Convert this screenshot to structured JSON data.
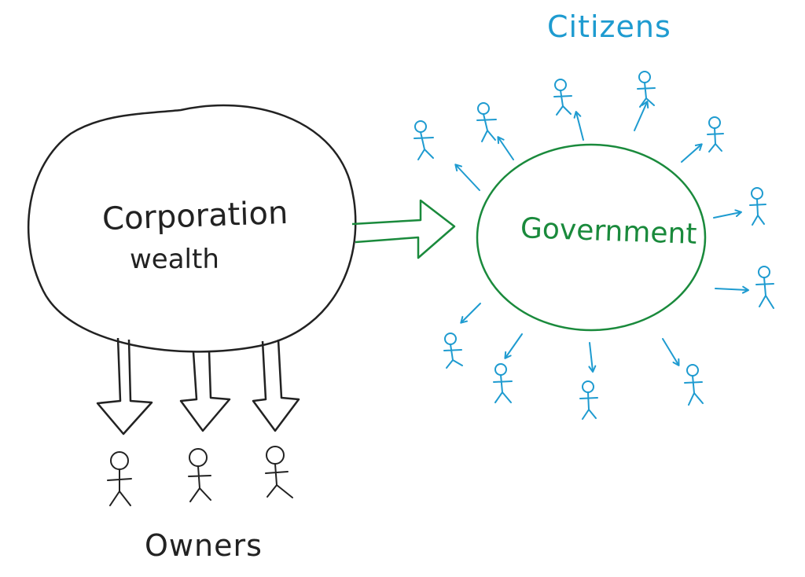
{
  "colors": {
    "ink": "#222222",
    "government": "#1a8a3c",
    "citizens": "#1e9bd0"
  },
  "labels": {
    "corporation_line1": "Corporation",
    "corporation_line2": "wealth",
    "government": "Government",
    "citizens": "Citizens",
    "owners": "Owners"
  },
  "icons": {
    "owner": "stick-figure-icon",
    "citizen": "stick-figure-icon",
    "arrow": "arrow-icon"
  }
}
